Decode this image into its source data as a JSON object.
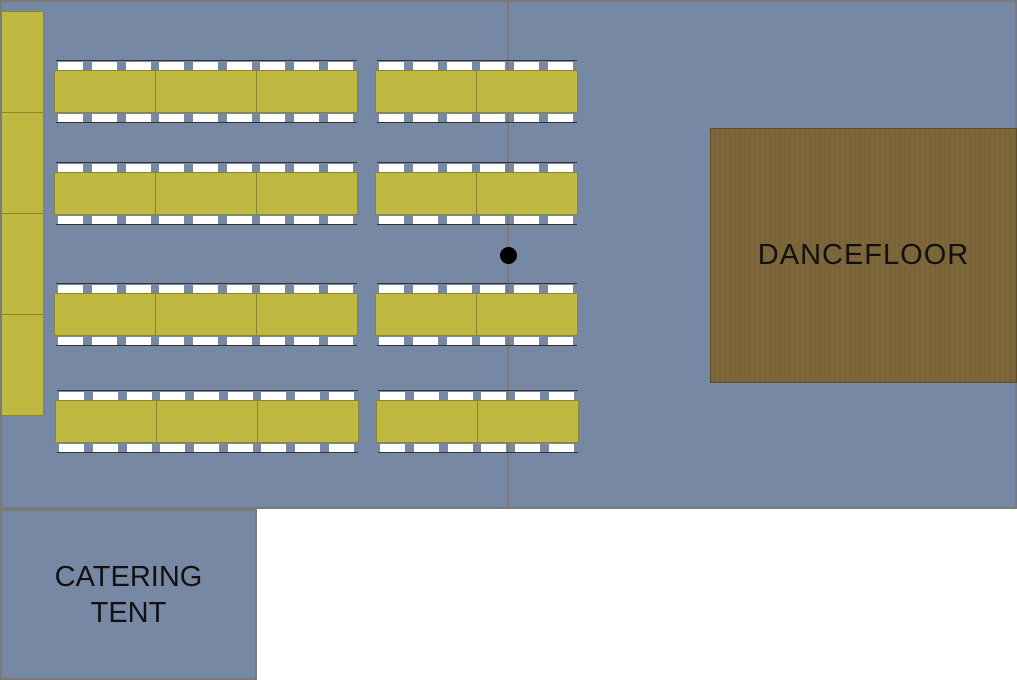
{
  "labels": {
    "dancefloor": "DANCEFLOOR",
    "catering_line1": "CATERING",
    "catering_line2": "TENT"
  },
  "layout_counts": {
    "head_table_segments": 4,
    "table_rows": 4,
    "left_group_tables_per_row": 3,
    "right_group_tables_per_row": 2,
    "chairs_per_table_side": 3
  },
  "colors": {
    "tent": "#7788a4",
    "table": "#bfb942",
    "dancefloor": "#7d6639",
    "chair": "#ffffff",
    "border": "#7a7a7a"
  }
}
